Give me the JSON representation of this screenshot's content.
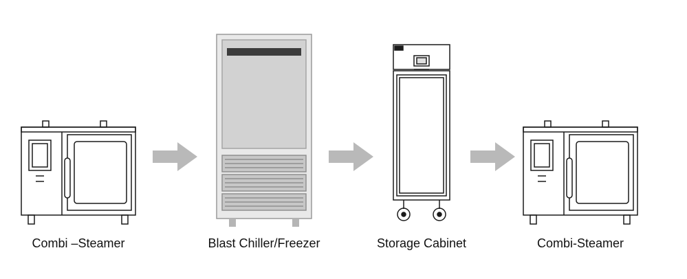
{
  "diagram": {
    "name": "cook-chill-process",
    "items": [
      {
        "id": "combi-steamer-left",
        "label": "Combi –Steamer"
      },
      {
        "id": "blast-chiller-freezer",
        "label": "Blast Chiller/Freezer"
      },
      {
        "id": "storage-cabinet",
        "label": "Storage Cabinet"
      },
      {
        "id": "combi-steamer-right",
        "label": "Combi-Steamer"
      }
    ],
    "arrows": {
      "count": 3,
      "color": "#b9b9b9"
    },
    "line_color": "#1a1a1a",
    "chiller_body_color": "#e9e9e9",
    "chiller_door_color": "#d2d2d2"
  }
}
